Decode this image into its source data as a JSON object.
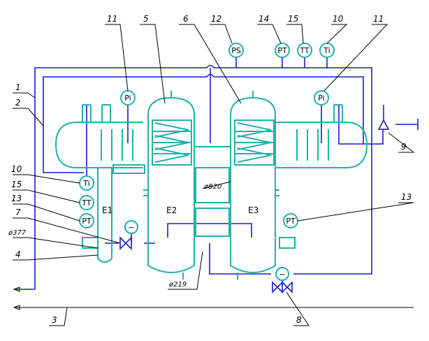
{
  "callouts": {
    "n1": "1",
    "n2": "2",
    "n3": "3",
    "n4": "4",
    "n5": "5",
    "n6": "6",
    "n7": "7",
    "n8": "8",
    "n9": "9",
    "n10_top": "10",
    "n10_left": "10",
    "n11_left": "11",
    "n11_right": "11",
    "n12": "12",
    "n13_left": "13",
    "n13_right": "13",
    "n14": "14",
    "n15_top": "15",
    "n15_left": "15"
  },
  "dimensions": {
    "d377": "ø377",
    "d219": "ø219",
    "d820": "ø820"
  },
  "instruments": {
    "ps": "PS",
    "pt_top": "PT",
    "tt_top": "TT",
    "ti_top": "Ti",
    "pi_left": "Pi",
    "pi_right": "Pi",
    "ti_left": "Ti",
    "tt_left": "TT",
    "pt_left": "PT",
    "pt_right": "PT"
  },
  "vessels": {
    "e1": "E1",
    "e2": "E2",
    "e3": "E3"
  }
}
